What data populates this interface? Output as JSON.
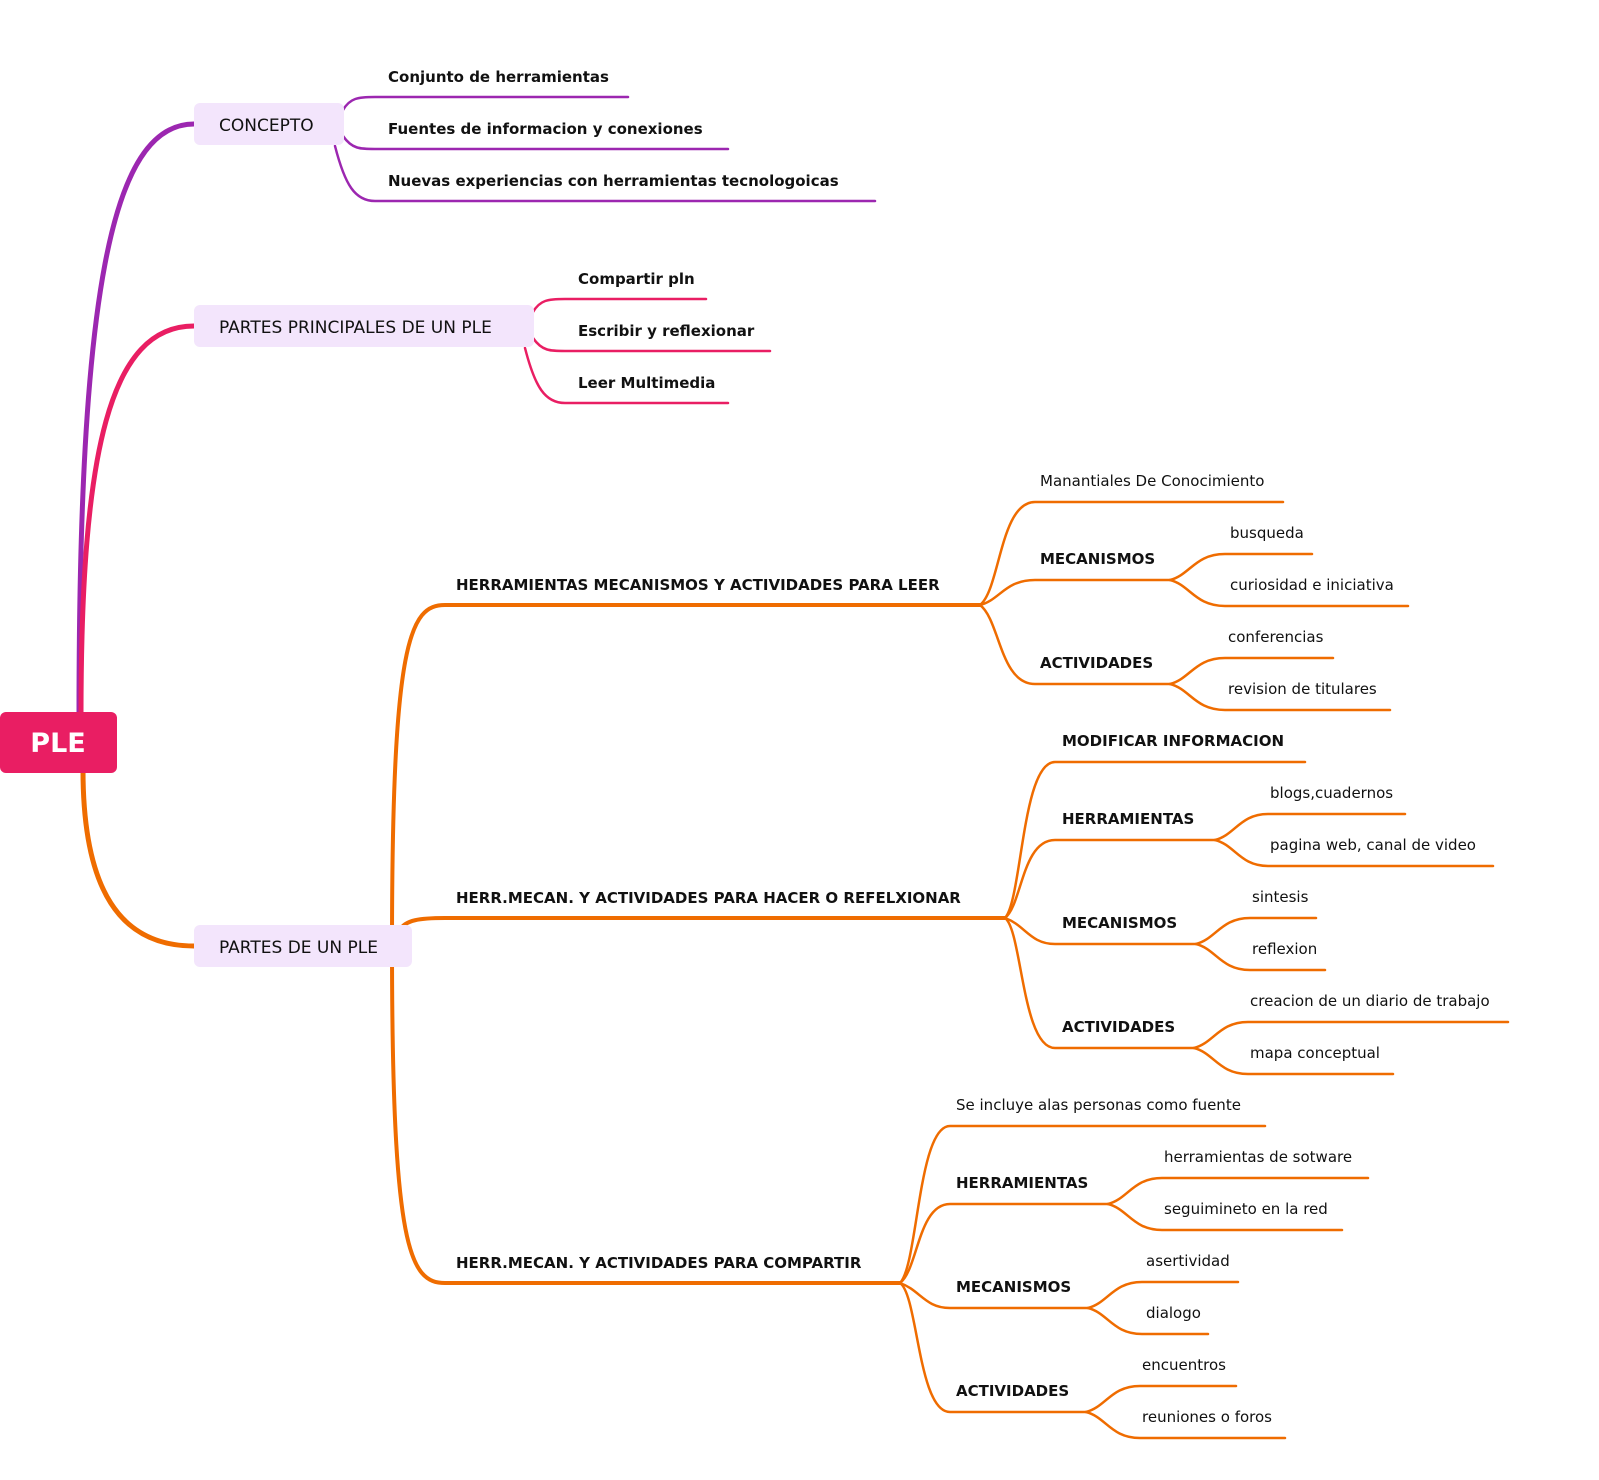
{
  "colors": {
    "purple": "#9c27b0",
    "pink": "#e91e63",
    "orange": "#ef6c00",
    "root": "#e91e63",
    "box": "#f3e5fc"
  },
  "root": {
    "label": "PLE"
  },
  "concepto": {
    "label": "CONCEPTO",
    "items": [
      "Conjunto de herramientas",
      "Fuentes de informacion y conexiones",
      "Nuevas experiencias con herramientas tecnologoicas"
    ]
  },
  "partes_principales": {
    "label": "PARTES PRINCIPALES DE UN PLE",
    "items": [
      "Compartir pln",
      "Escribir y reflexionar",
      "Leer Multimedia"
    ]
  },
  "partes": {
    "label": "PARTES DE UN PLE",
    "leer": {
      "label": "HERRAMIENTAS MECANISMOS Y ACTIVIDADES PARA LEER",
      "manantiales": "Manantiales De Conocimiento",
      "mecanismos": {
        "label": "MECANISMOS",
        "items": [
          "busqueda",
          "curiosidad e iniciativa"
        ]
      },
      "actividades": {
        "label": "ACTIVIDADES",
        "items": [
          "conferencias",
          "revision de titulares"
        ]
      }
    },
    "hacer": {
      "label": "HERR.MECAN. Y ACTIVIDADES PARA HACER O REFELXIONAR",
      "modificar": "MODIFICAR INFORMACION",
      "herramientas": {
        "label": "HERRAMIENTAS",
        "items": [
          "blogs,cuadernos",
          "pagina web, canal de video"
        ]
      },
      "mecanismos": {
        "label": "MECANISMOS",
        "items": [
          "sintesis",
          "reflexion"
        ]
      },
      "actividades": {
        "label": "ACTIVIDADES",
        "items": [
          "creacion de un diario de trabajo",
          "mapa conceptual"
        ]
      }
    },
    "compartir": {
      "label": "HERR.MECAN. Y ACTIVIDADES PARA COMPARTIR",
      "personas": "Se incluye alas personas como fuente",
      "herramientas": {
        "label": "HERRAMIENTAS",
        "items": [
          "herramientas de sotware",
          "seguimineto en la red"
        ]
      },
      "mecanismos": {
        "label": "MECANISMOS",
        "items": [
          "asertividad",
          "dialogo"
        ]
      },
      "actividades": {
        "label": "ACTIVIDADES",
        "items": [
          "encuentros",
          "reuniones o foros"
        ]
      }
    }
  }
}
